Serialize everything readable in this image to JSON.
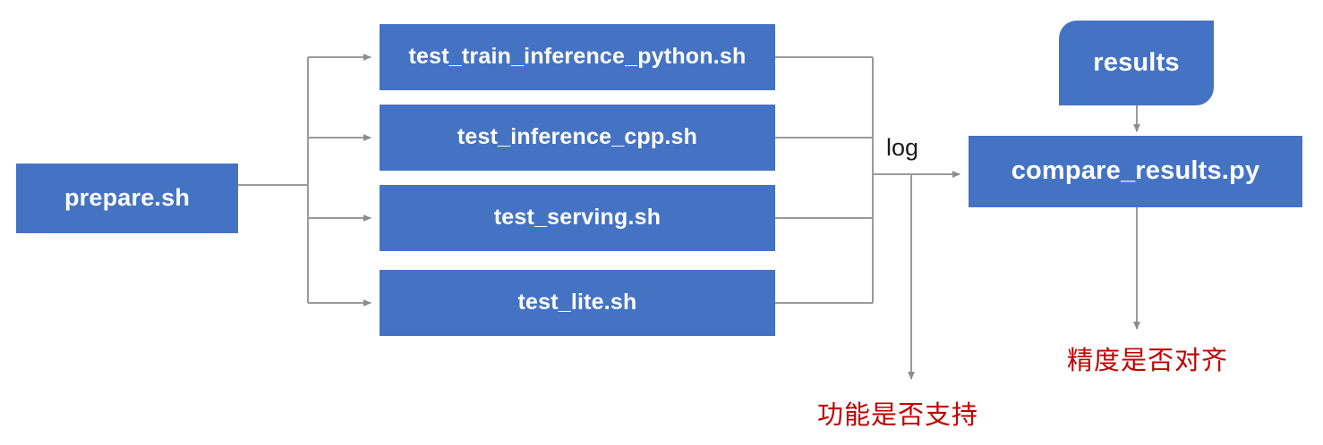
{
  "diagram": {
    "title": "PaddlePaddle TIPC test pipeline flowchart",
    "colors": {
      "node_fill": "#4573C4",
      "node_text": "#FFFFFF",
      "wire": "#9A9A9A",
      "annotation_red": "#C00000",
      "label_text": "#1A1A1A",
      "background": "#FFFFFF"
    },
    "nodes": {
      "prepare": {
        "label": "prepare.sh",
        "shape": "rectangle"
      },
      "test_train_inference_python": {
        "label": "test_train_inference_python.sh",
        "shape": "rectangle"
      },
      "test_inference_cpp": {
        "label": "test_inference_cpp.sh",
        "shape": "rectangle"
      },
      "test_serving": {
        "label": "test_serving.sh",
        "shape": "rectangle"
      },
      "test_lite": {
        "label": "test_lite.sh",
        "shape": "rectangle"
      },
      "results": {
        "label": "results",
        "shape": "rounded-diagonal-rectangle"
      },
      "compare_results": {
        "label": "compare_results.py",
        "shape": "rectangle"
      }
    },
    "edge_labels": {
      "log": "log"
    },
    "annotations": {
      "function_supported": "功能是否支持",
      "precision_aligned": "精度是否对齐"
    }
  }
}
